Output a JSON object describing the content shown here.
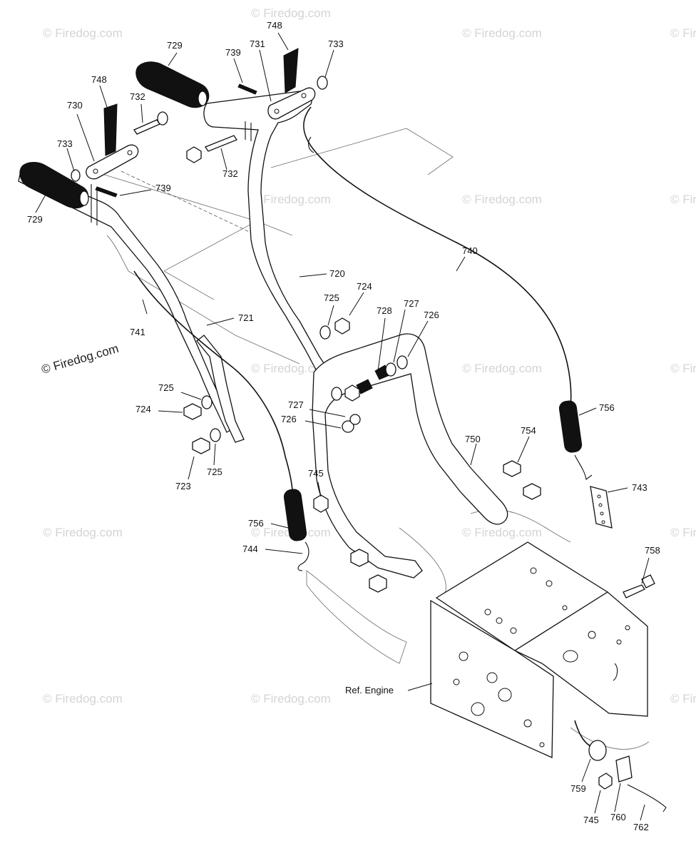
{
  "watermarks": {
    "light": "© Firedog.com",
    "dark": "© Firedog.com"
  },
  "reference_label": "Ref. Engine",
  "parts": [
    {
      "id": "p729a",
      "label": "729"
    },
    {
      "id": "p739a",
      "label": "739"
    },
    {
      "id": "p731",
      "label": "731"
    },
    {
      "id": "p748a",
      "label": "748"
    },
    {
      "id": "p733a",
      "label": "733"
    },
    {
      "id": "p748b",
      "label": "748"
    },
    {
      "id": "p730",
      "label": "730"
    },
    {
      "id": "p732a",
      "label": "732"
    },
    {
      "id": "p733b",
      "label": "733"
    },
    {
      "id": "p732b",
      "label": "732"
    },
    {
      "id": "p739b",
      "label": "739"
    },
    {
      "id": "p729b",
      "label": "729"
    },
    {
      "id": "p740",
      "label": "740"
    },
    {
      "id": "p720",
      "label": "720"
    },
    {
      "id": "p724a",
      "label": "724"
    },
    {
      "id": "p725a",
      "label": "725"
    },
    {
      "id": "p727a",
      "label": "727"
    },
    {
      "id": "p728",
      "label": "728"
    },
    {
      "id": "p726a",
      "label": "726"
    },
    {
      "id": "p721",
      "label": "721"
    },
    {
      "id": "p741",
      "label": "741"
    },
    {
      "id": "p725b",
      "label": "725"
    },
    {
      "id": "p724b",
      "label": "724"
    },
    {
      "id": "p727b",
      "label": "727"
    },
    {
      "id": "p726b",
      "label": "726"
    },
    {
      "id": "p756a",
      "label": "756"
    },
    {
      "id": "p754",
      "label": "754"
    },
    {
      "id": "p750",
      "label": "750"
    },
    {
      "id": "p725c",
      "label": "725"
    },
    {
      "id": "p723",
      "label": "723"
    },
    {
      "id": "p745a",
      "label": "745"
    },
    {
      "id": "p743",
      "label": "743"
    },
    {
      "id": "p756b",
      "label": "756"
    },
    {
      "id": "p744",
      "label": "744"
    },
    {
      "id": "p758",
      "label": "758"
    },
    {
      "id": "p759",
      "label": "759"
    },
    {
      "id": "p745b",
      "label": "745"
    },
    {
      "id": "p760",
      "label": "760"
    },
    {
      "id": "p762",
      "label": "762"
    }
  ]
}
